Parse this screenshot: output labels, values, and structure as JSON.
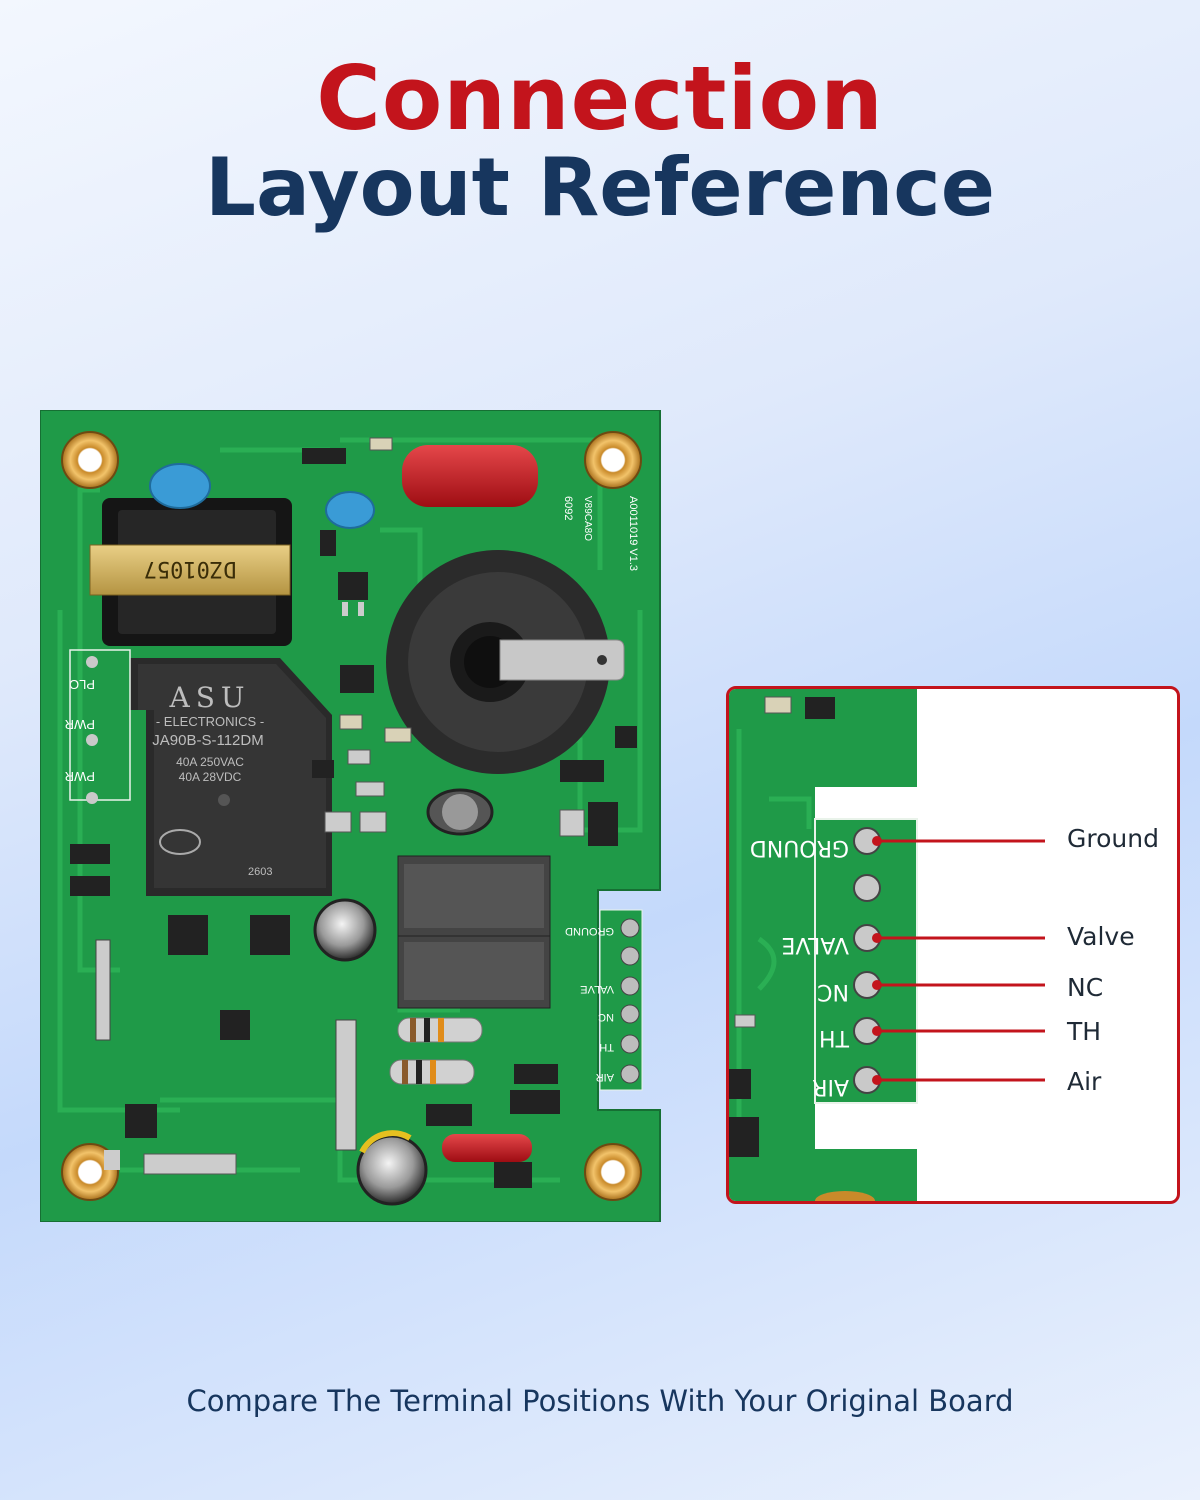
{
  "title": {
    "line1": "Connection",
    "line2": "Layout Reference"
  },
  "board": {
    "transformer_label": "DZ01057",
    "relay": {
      "brand": "ASU",
      "sub": "- ELECTRONICS -",
      "model": "JA90B-S-112DM",
      "rating1": "40A 250VAC",
      "rating2": "40A  28VDC",
      "date": "2603"
    },
    "silk": {
      "pld": "PLO",
      "pwr1": "PWR",
      "pwr2": "PWR",
      "version": "A0011019 V1.3",
      "code": "6092",
      "code2": "V89CA8O",
      "terminals": [
        "GROUND",
        "VALVE",
        "NC",
        "TH",
        "AIR"
      ]
    },
    "zoom_silk": [
      "GROUND",
      "VALVE",
      "NC",
      "TH",
      "AIR"
    ]
  },
  "callouts": [
    {
      "label": "Ground"
    },
    {
      "label": "Valve"
    },
    {
      "label": "NC"
    },
    {
      "label": "TH"
    },
    {
      "label": "Air"
    }
  ],
  "colors": {
    "accent_red": "#c3141c",
    "navy": "#17365e",
    "pcb_green": "#1f9a48"
  },
  "footer": "Compare The Terminal Positions With Your Original Board"
}
